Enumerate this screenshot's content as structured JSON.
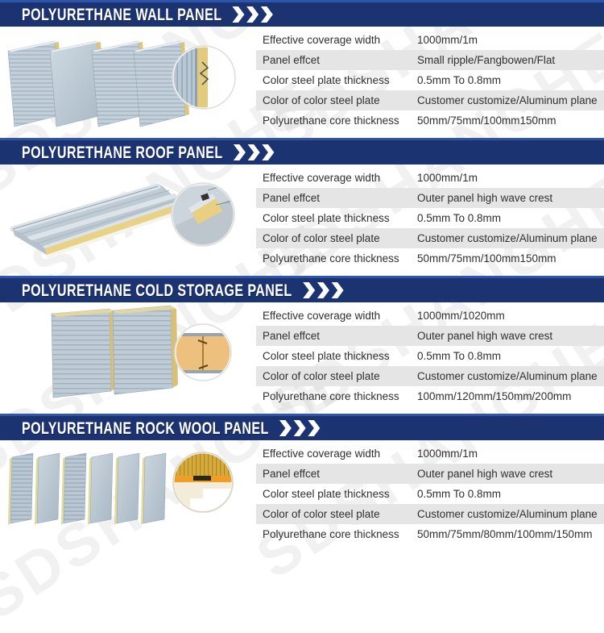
{
  "watermark": {
    "text": "SDSHANGHE"
  },
  "colors": {
    "header_bg": "#1c3372",
    "header_highlight": "#2e54ab",
    "header_text": "#ffffff",
    "chevron": "#ffffff",
    "table_alt_row": "#e5e5e5",
    "table_text": "#2f2f2f",
    "panel_steel_face": "#c3d0da",
    "panel_rib_line": "#9db0bf",
    "foam_core_yellow": "#e2cb7e",
    "cold_storage_foam_tan": "#edc17d",
    "rock_wool_gold": "#d7ac3e",
    "rock_wool_orange": "#ef9f28"
  },
  "sections": [
    {
      "id": "wall-panel",
      "title": "POLYURETHANE WALL PANEL",
      "rows": [
        {
          "label": "Effective coverage width",
          "value": "1000mm/1m"
        },
        {
          "label": "Panel effcet",
          "value": "Small ripple/Fangbowen/Flat"
        },
        {
          "label": "Color steel plate thickness",
          "value": "0.5mm To 0.8mm"
        },
        {
          "label": "Color of color steel plate",
          "value": "Customer customize/Aluminum plane"
        },
        {
          "label": "Polyurethane core thickness",
          "value": "50mm/75mm/100mm150mm"
        }
      ]
    },
    {
      "id": "roof-panel",
      "title": "POLYURETHANE ROOF PANEL",
      "rows": [
        {
          "label": "Effective coverage width",
          "value": "1000mm/1m"
        },
        {
          "label": "Panel effcet",
          "value": "Outer panel high wave crest"
        },
        {
          "label": "Color steel plate thickness",
          "value": "0.5mm To 0.8mm"
        },
        {
          "label": "Color of color steel plate",
          "value": "Customer customize/Aluminum plane"
        },
        {
          "label": "Polyurethane core thickness",
          "value": "50mm/75mm/100mm150mm"
        }
      ]
    },
    {
      "id": "cold-storage-panel",
      "title": "POLYURETHANE COLD STORAGE PANEL",
      "rows": [
        {
          "label": "Effective coverage width",
          "value": "1000mm/1020mm"
        },
        {
          "label": "Panel effcet",
          "value": "Outer panel high wave crest"
        },
        {
          "label": "Color steel plate thickness",
          "value": "0.5mm To 0.8mm"
        },
        {
          "label": "Color of color steel plate",
          "value": "Customer customize/Aluminum plane"
        },
        {
          "label": "Polyurethane core thickness",
          "value": "100mm/120mm/150mm/200mm"
        }
      ]
    },
    {
      "id": "rock-wool-panel",
      "title": "POLYURETHANE ROCK WOOL PANEL",
      "rows": [
        {
          "label": "Effective coverage width",
          "value": "1000mm/1m"
        },
        {
          "label": "Panel effcet",
          "value": "Outer panel high wave crest"
        },
        {
          "label": "Color steel plate thickness",
          "value": "0.5mm To 0.8mm"
        },
        {
          "label": "Color of color steel plate",
          "value": "Customer customize/Aluminum plane"
        },
        {
          "label": "Polyurethane core thickness",
          "value": "50mm/75mm/80mm/100mm/150mm"
        }
      ]
    }
  ]
}
